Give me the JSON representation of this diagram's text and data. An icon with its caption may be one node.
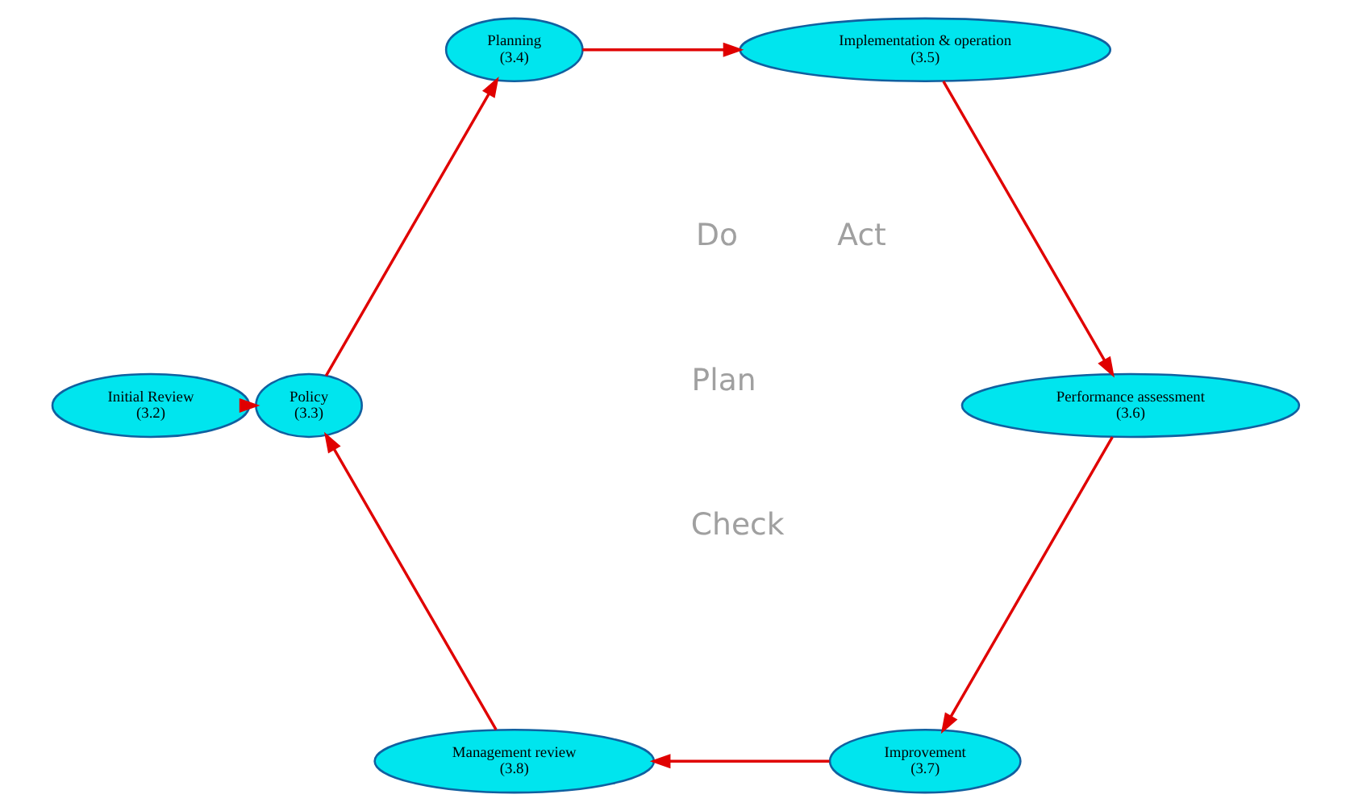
{
  "diagram": {
    "nodes": [
      {
        "text": [
          "Initial Review",
          "(3.2)"
        ]
      },
      {
        "text": [
          "Policy",
          "(3.3)"
        ]
      },
      {
        "text": [
          "Planning",
          "(3.4)"
        ]
      },
      {
        "text": [
          "Implementation & operation",
          "(3.5)"
        ]
      },
      {
        "text": [
          "Performance assessment",
          "(3.6)"
        ]
      },
      {
        "text": [
          "Improvement",
          "(3.7)"
        ]
      },
      {
        "text": [
          "Management review",
          "(3.8)"
        ]
      }
    ],
    "edges": [
      {
        "from": 0,
        "to": 1,
        "arrow": "to"
      },
      {
        "from": 1,
        "to": 2,
        "arrow": "to"
      },
      {
        "from": 2,
        "to": 3,
        "arrow": "to"
      },
      {
        "from": 3,
        "to": 4,
        "arrow": "to"
      },
      {
        "from": 4,
        "to": 5,
        "arrow": "to"
      },
      {
        "from": 5,
        "to": 6,
        "arrow": "to"
      },
      {
        "from": 6,
        "to": 1,
        "arrow": "to"
      }
    ],
    "labels": [
      "Act",
      "Plan",
      "Check",
      "Do"
    ]
  }
}
